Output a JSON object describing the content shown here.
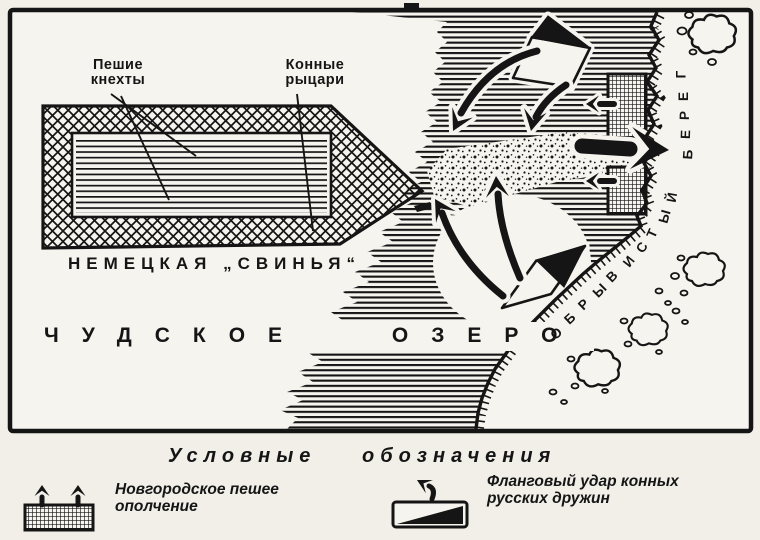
{
  "map": {
    "labels": {
      "foot_knechts_line1": "Пешие",
      "foot_knechts_line2": "кнехты",
      "mounted_knights_line1": "Конные",
      "mounted_knights_line2": "рыцари",
      "german_pig": "НЕМЕЦКАЯ „СВИНЬЯ“",
      "lake_name": "ЧУДСКОЕ ОЗЕРО",
      "steep_shore": "ОБРЫВИСТЫЙ БЕРЕГ"
    },
    "symbols": {
      "wedge": "german-pig-wedge-formation",
      "militia_rects": "novgorod-foot-militia-positions",
      "banners": "russian-cavalry-flank-strike-symbols",
      "main_thrust": "german-main-attack-arrow"
    }
  },
  "legend": {
    "title": "Условные  обозначения",
    "items": [
      {
        "symbol": "novgorod-militia-symbol",
        "line1": "Новгородское пешее",
        "line2": "ополчение"
      },
      {
        "symbol": "flank-strike-symbol",
        "line1": "Фланговый удар конных",
        "line2": "русских дружин"
      }
    ]
  },
  "colors": {
    "ink": "#151515",
    "paper": "#f1efe8",
    "map_bg": "#f6f4ee"
  }
}
